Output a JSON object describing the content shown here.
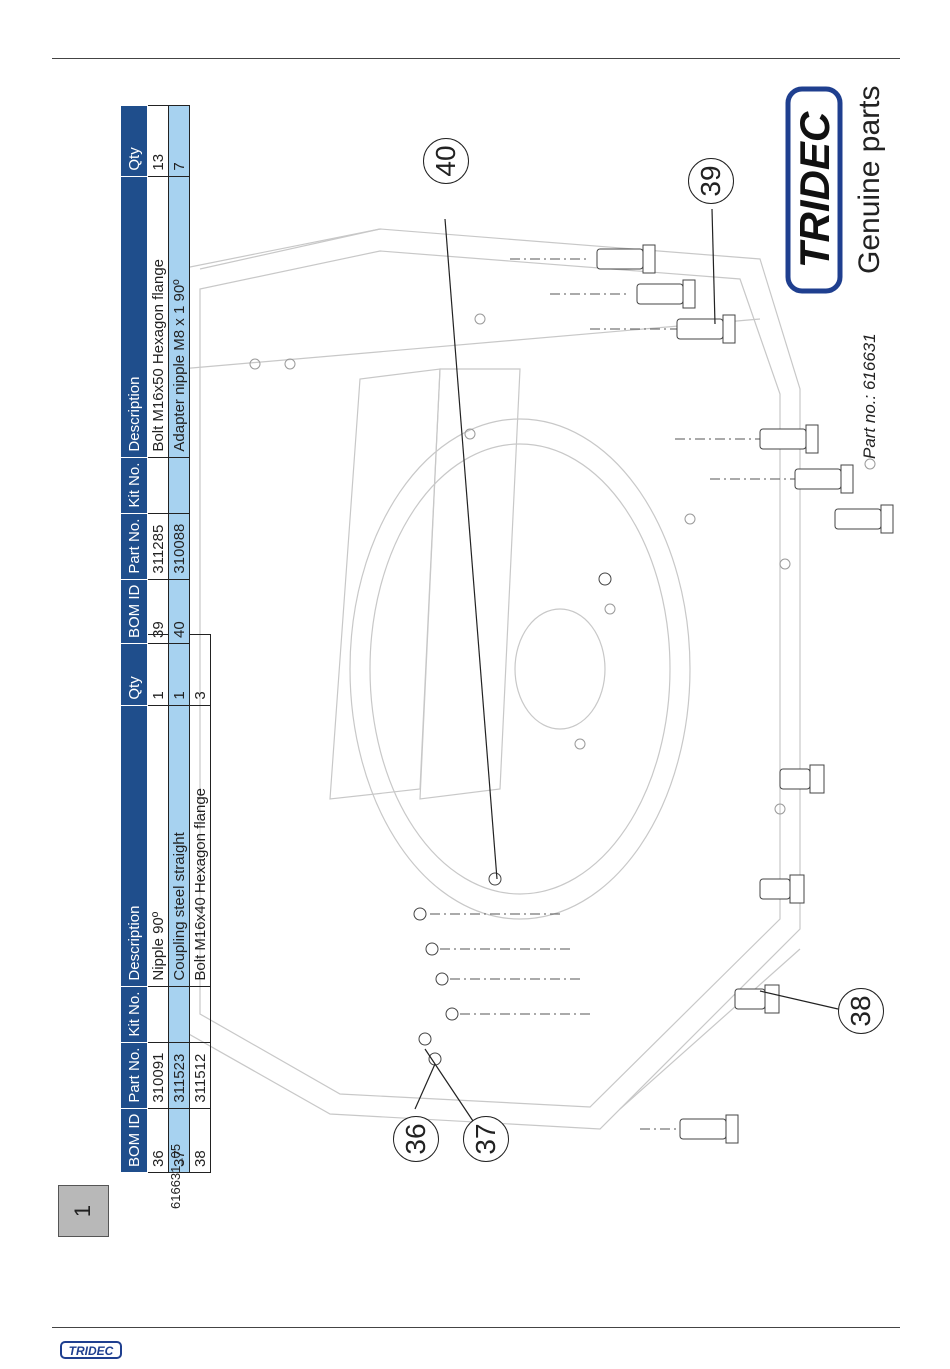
{
  "page_number": "1",
  "drawing_code": "616631_05",
  "brand": "TRIDEC",
  "tagline": "Genuine parts",
  "part_no_text": "Part no.: 616631",
  "bom_headers": [
    "BOM ID",
    "Part No.",
    "Kit No.",
    "Description",
    "Qty"
  ],
  "bom_table_1": [
    {
      "bom_id": "36",
      "part_no": "310091",
      "kit_no": "",
      "description": "Nipple 90º",
      "qty": "1"
    },
    {
      "bom_id": "37",
      "part_no": "311523",
      "kit_no": "",
      "description": "Coupling steel straight",
      "qty": "1"
    },
    {
      "bom_id": "38",
      "part_no": "311512",
      "kit_no": "",
      "description": "Bolt M16x40 Hexagon flange",
      "qty": "3"
    }
  ],
  "bom_table_2": [
    {
      "bom_id": "39",
      "part_no": "311285",
      "kit_no": "",
      "description": "Bolt M16x50 Hexagon flange",
      "qty": "13"
    },
    {
      "bom_id": "40",
      "part_no": "310088",
      "kit_no": "",
      "description": "Adapter nipple M8 x 1 90º",
      "qty": "7"
    }
  ],
  "callouts": [
    "36",
    "37",
    "38",
    "39",
    "40"
  ],
  "colors": {
    "header": "#1f4e8c",
    "alt_row": "#a7d2f0",
    "brand": "#1f3f8f"
  }
}
